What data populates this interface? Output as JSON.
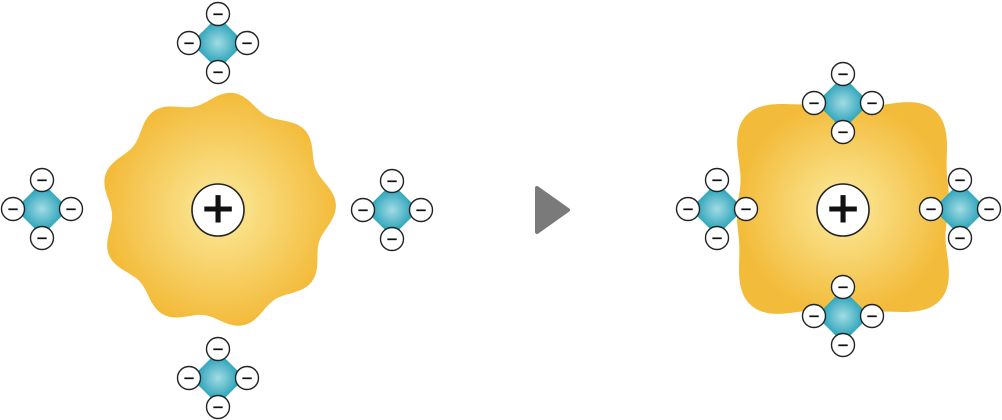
{
  "symbols": {
    "positive": "+",
    "negative": "−"
  },
  "colors": {
    "nucleus_fill_center": "#FBEB9E",
    "nucleus_fill_edge": "#F3BB3A",
    "molecule_fill_center": "#A3DCE5",
    "molecule_fill_edge": "#2BA3B9",
    "charge_circle_fill": "#FFFFFF",
    "charge_circle_stroke": "#222222",
    "arrow": "#7A7A7A"
  },
  "panels": [
    {
      "id": "before",
      "nucleus": {
        "charge": "positive"
      },
      "molecules": [
        {
          "id": "top",
          "charges": [
            "negative",
            "negative",
            "negative",
            "negative"
          ]
        },
        {
          "id": "left",
          "charges": [
            "negative",
            "negative",
            "negative",
            "negative"
          ]
        },
        {
          "id": "right",
          "charges": [
            "negative",
            "negative",
            "negative",
            "negative"
          ]
        },
        {
          "id": "bottom",
          "charges": [
            "negative",
            "negative",
            "negative",
            "negative"
          ]
        }
      ]
    },
    {
      "id": "after",
      "nucleus": {
        "charge": "positive"
      },
      "molecules": [
        {
          "id": "top",
          "charges": [
            "negative",
            "negative",
            "negative",
            "negative"
          ]
        },
        {
          "id": "left",
          "charges": [
            "negative",
            "negative",
            "negative",
            "negative"
          ]
        },
        {
          "id": "right",
          "charges": [
            "negative",
            "negative",
            "negative",
            "negative"
          ]
        },
        {
          "id": "bottom",
          "charges": [
            "negative",
            "negative",
            "negative",
            "negative"
          ]
        }
      ]
    }
  ],
  "transition": {
    "icon": "play-arrow-icon"
  }
}
